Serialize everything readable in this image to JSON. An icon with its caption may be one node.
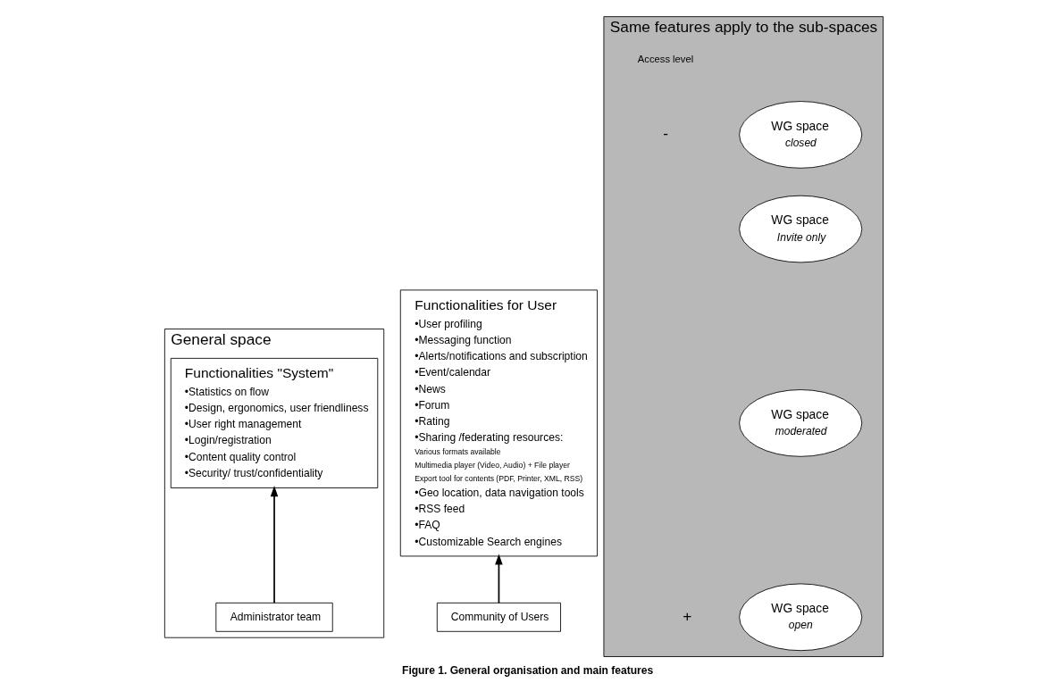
{
  "diagram": {
    "caption": "Figure 1. General organisation and main features",
    "nodes": [
      {
        "text": [
          "General space"
        ]
      },
      {
        "text": [
          "Functionalities \"System\"",
          "•Statistics on flow",
          "•Design, ergonomics, user friendliness",
          "•User right management",
          "•Login/registration",
          "•Content quality control",
          "•Security/ trust/confidentiality"
        ],
        "in": 0
      },
      {
        "text": [
          "Administrator team"
        ],
        "in": 0
      },
      {
        "text": [
          "Functionalities for User",
          "•User profiling",
          "•Messaging function",
          "•Alerts/notifications and subscription",
          "•Event/calendar",
          "•News",
          "•Forum",
          "•Rating",
          "•Sharing /federating resources:",
          "Various formats available",
          "Multimedia player (Video, Audio) + File player",
          "Export tool for contents (PDF, Printer, XML, RSS)",
          "•Geo location, data navigation tools",
          "•RSS feed",
          "•FAQ",
          "•Customizable Search engines"
        ]
      },
      {
        "text": [
          "Community of Users"
        ]
      },
      {
        "text": [
          "Same features apply to the sub-spaces"
        ]
      },
      {
        "text": [
          "WG space",
          "closed"
        ],
        "in": 5
      },
      {
        "text": [
          "WG space",
          "Invite only"
        ],
        "in": 5
      },
      {
        "text": [
          "WG space",
          "moderated"
        ],
        "in": 5
      },
      {
        "text": [
          "WG space",
          "open"
        ],
        "in": 5
      }
    ],
    "edges": [
      {
        "from": 2,
        "to": 1,
        "arrow": "to"
      },
      {
        "from": 4,
        "to": 3,
        "arrow": "to"
      }
    ],
    "labels": [
      "Access level",
      "-",
      "+"
    ]
  }
}
